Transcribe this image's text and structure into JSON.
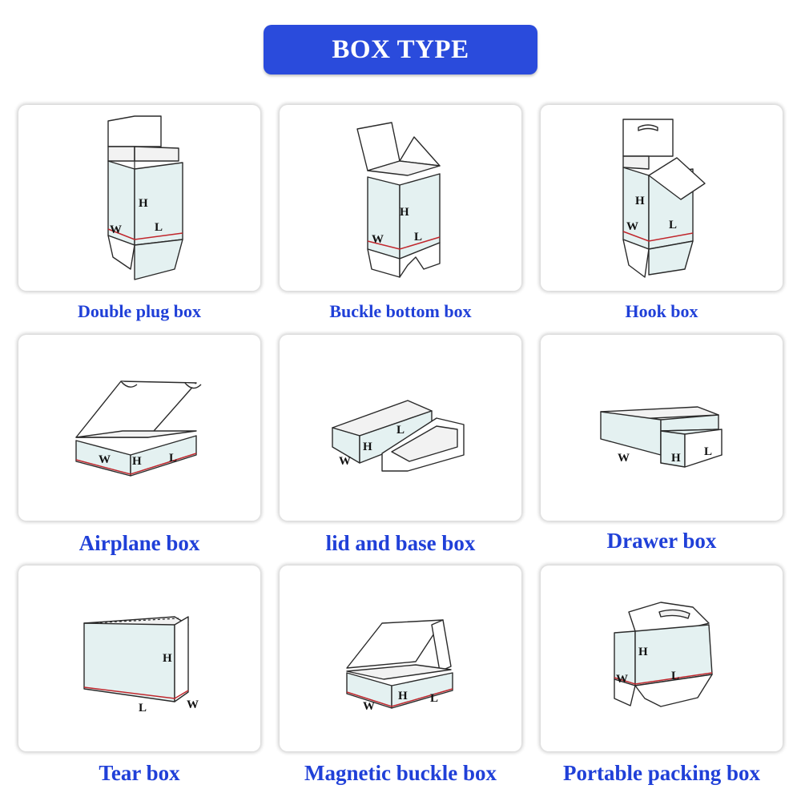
{
  "header": {
    "title": "BOX TYPE"
  },
  "colors": {
    "header_bg": "#2a4bdc",
    "label_text": "#2040d8",
    "box_face": "#e4f1f1",
    "crease_line": "#c0262c"
  },
  "boxes": [
    {
      "label": "Double plug box",
      "dims": {
        "h": "H",
        "w": "W",
        "l": "L"
      }
    },
    {
      "label": "Buckle bottom box",
      "dims": {
        "h": "H",
        "w": "W",
        "l": "L"
      }
    },
    {
      "label": "Hook box",
      "dims": {
        "h": "H",
        "w": "W",
        "l": "L"
      }
    },
    {
      "label": "Airplane box",
      "dims": {
        "h": "H",
        "w": "W",
        "l": "L"
      }
    },
    {
      "label": "lid and base box",
      "dims": {
        "h": "H",
        "w": "W",
        "l": "L"
      }
    },
    {
      "label": "Drawer box",
      "dims": {
        "h": "H",
        "w": "W",
        "l": "L"
      }
    },
    {
      "label": "Tear box",
      "dims": {
        "h": "H",
        "w": "W",
        "l": "L"
      }
    },
    {
      "label": "Magnetic buckle box",
      "dims": {
        "h": "H",
        "w": "W",
        "l": "L"
      }
    },
    {
      "label": "Portable packing box",
      "dims": {
        "h": "H",
        "w": "W",
        "l": "L"
      }
    }
  ]
}
